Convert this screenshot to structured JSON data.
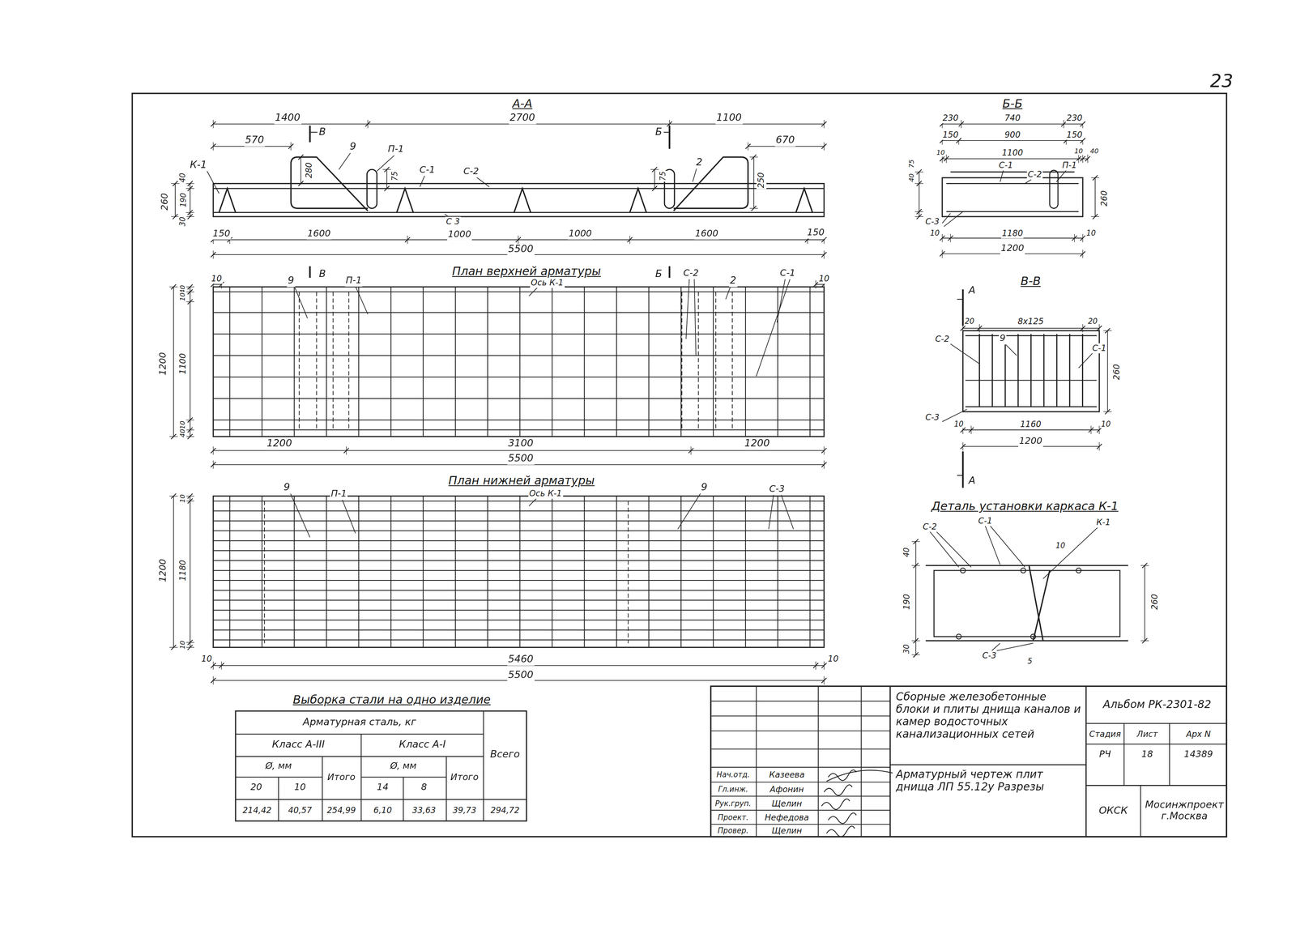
{
  "diagram": {
    "labels": [
      "23",
      "А-А",
      "2700",
      "1400",
      "1100",
      "570",
      "В",
      "9",
      "П-1",
      "Б",
      "670",
      "2",
      "К-1",
      "40",
      "190",
      "260",
      "30",
      "280",
      "75",
      "С-1",
      "С-2",
      "75",
      "250",
      "С 3",
      "1000",
      "150",
      "1600",
      "1000",
      "1600",
      "150",
      "5500",
      "План верхней арматуры",
      "Ось К-1",
      "10",
      "10",
      "9",
      "В",
      "П-1",
      "Б",
      "С-2",
      "2",
      "С-1",
      "40",
      "10",
      "1200",
      "1100",
      "10",
      "40",
      "1200",
      "3100",
      "1200",
      "5500",
      "План нижней арматуры",
      "Ось К-1",
      "9",
      "П-1",
      "9",
      "С-3",
      "10",
      "1200",
      "1180",
      "10",
      "10",
      "5460",
      "10",
      "5500",
      "Б-Б",
      "230",
      "740",
      "230",
      "150",
      "900",
      "150",
      "10",
      "1100",
      "10",
      "40",
      "40",
      "75",
      "С-1",
      "С-2",
      "П-1",
      "260",
      "С-3",
      "10",
      "1180",
      "10",
      "1200",
      "В-В",
      "А",
      "20",
      "8х125",
      "20",
      "С-2",
      "9",
      "С-1",
      "260",
      "С-3",
      "10",
      "1160",
      "10",
      "1200",
      "А",
      "Деталь установки каркаса К-1",
      "С-2",
      "С-1",
      "К-1",
      "10",
      "40",
      "190",
      "30",
      "260",
      "5",
      "С-3",
      "Выборка стали на одно изделие",
      "Арматурная сталь, кг",
      "Класс А-III",
      "Класс А-I",
      "Всего",
      "Ø, мм",
      "Итого",
      "Ø, мм",
      "Итого",
      "20",
      "10",
      "14",
      "8",
      "214,42",
      "40,57",
      "254,99",
      "6,10",
      "33,63",
      "39,73",
      "294,72",
      "Нач.отд.",
      "Казеева",
      "Гл.инж.",
      "Афонин",
      "Рук.груп.",
      "Щелин",
      "Проект.",
      "Нефедова",
      "Провер.",
      "Щелин",
      "Сборные железобетонные блоки и плиты днища каналов и камер водосточных канализационных сетей",
      "Альбом РК-2301-82",
      "Стадия",
      "Лист",
      "Арх N",
      "РЧ",
      "18",
      "14389",
      "Арматурный чертеж плит днища ЛП 55.12у Разрезы",
      "ОКСК",
      "Мосинжпроект г.Москва"
    ]
  }
}
